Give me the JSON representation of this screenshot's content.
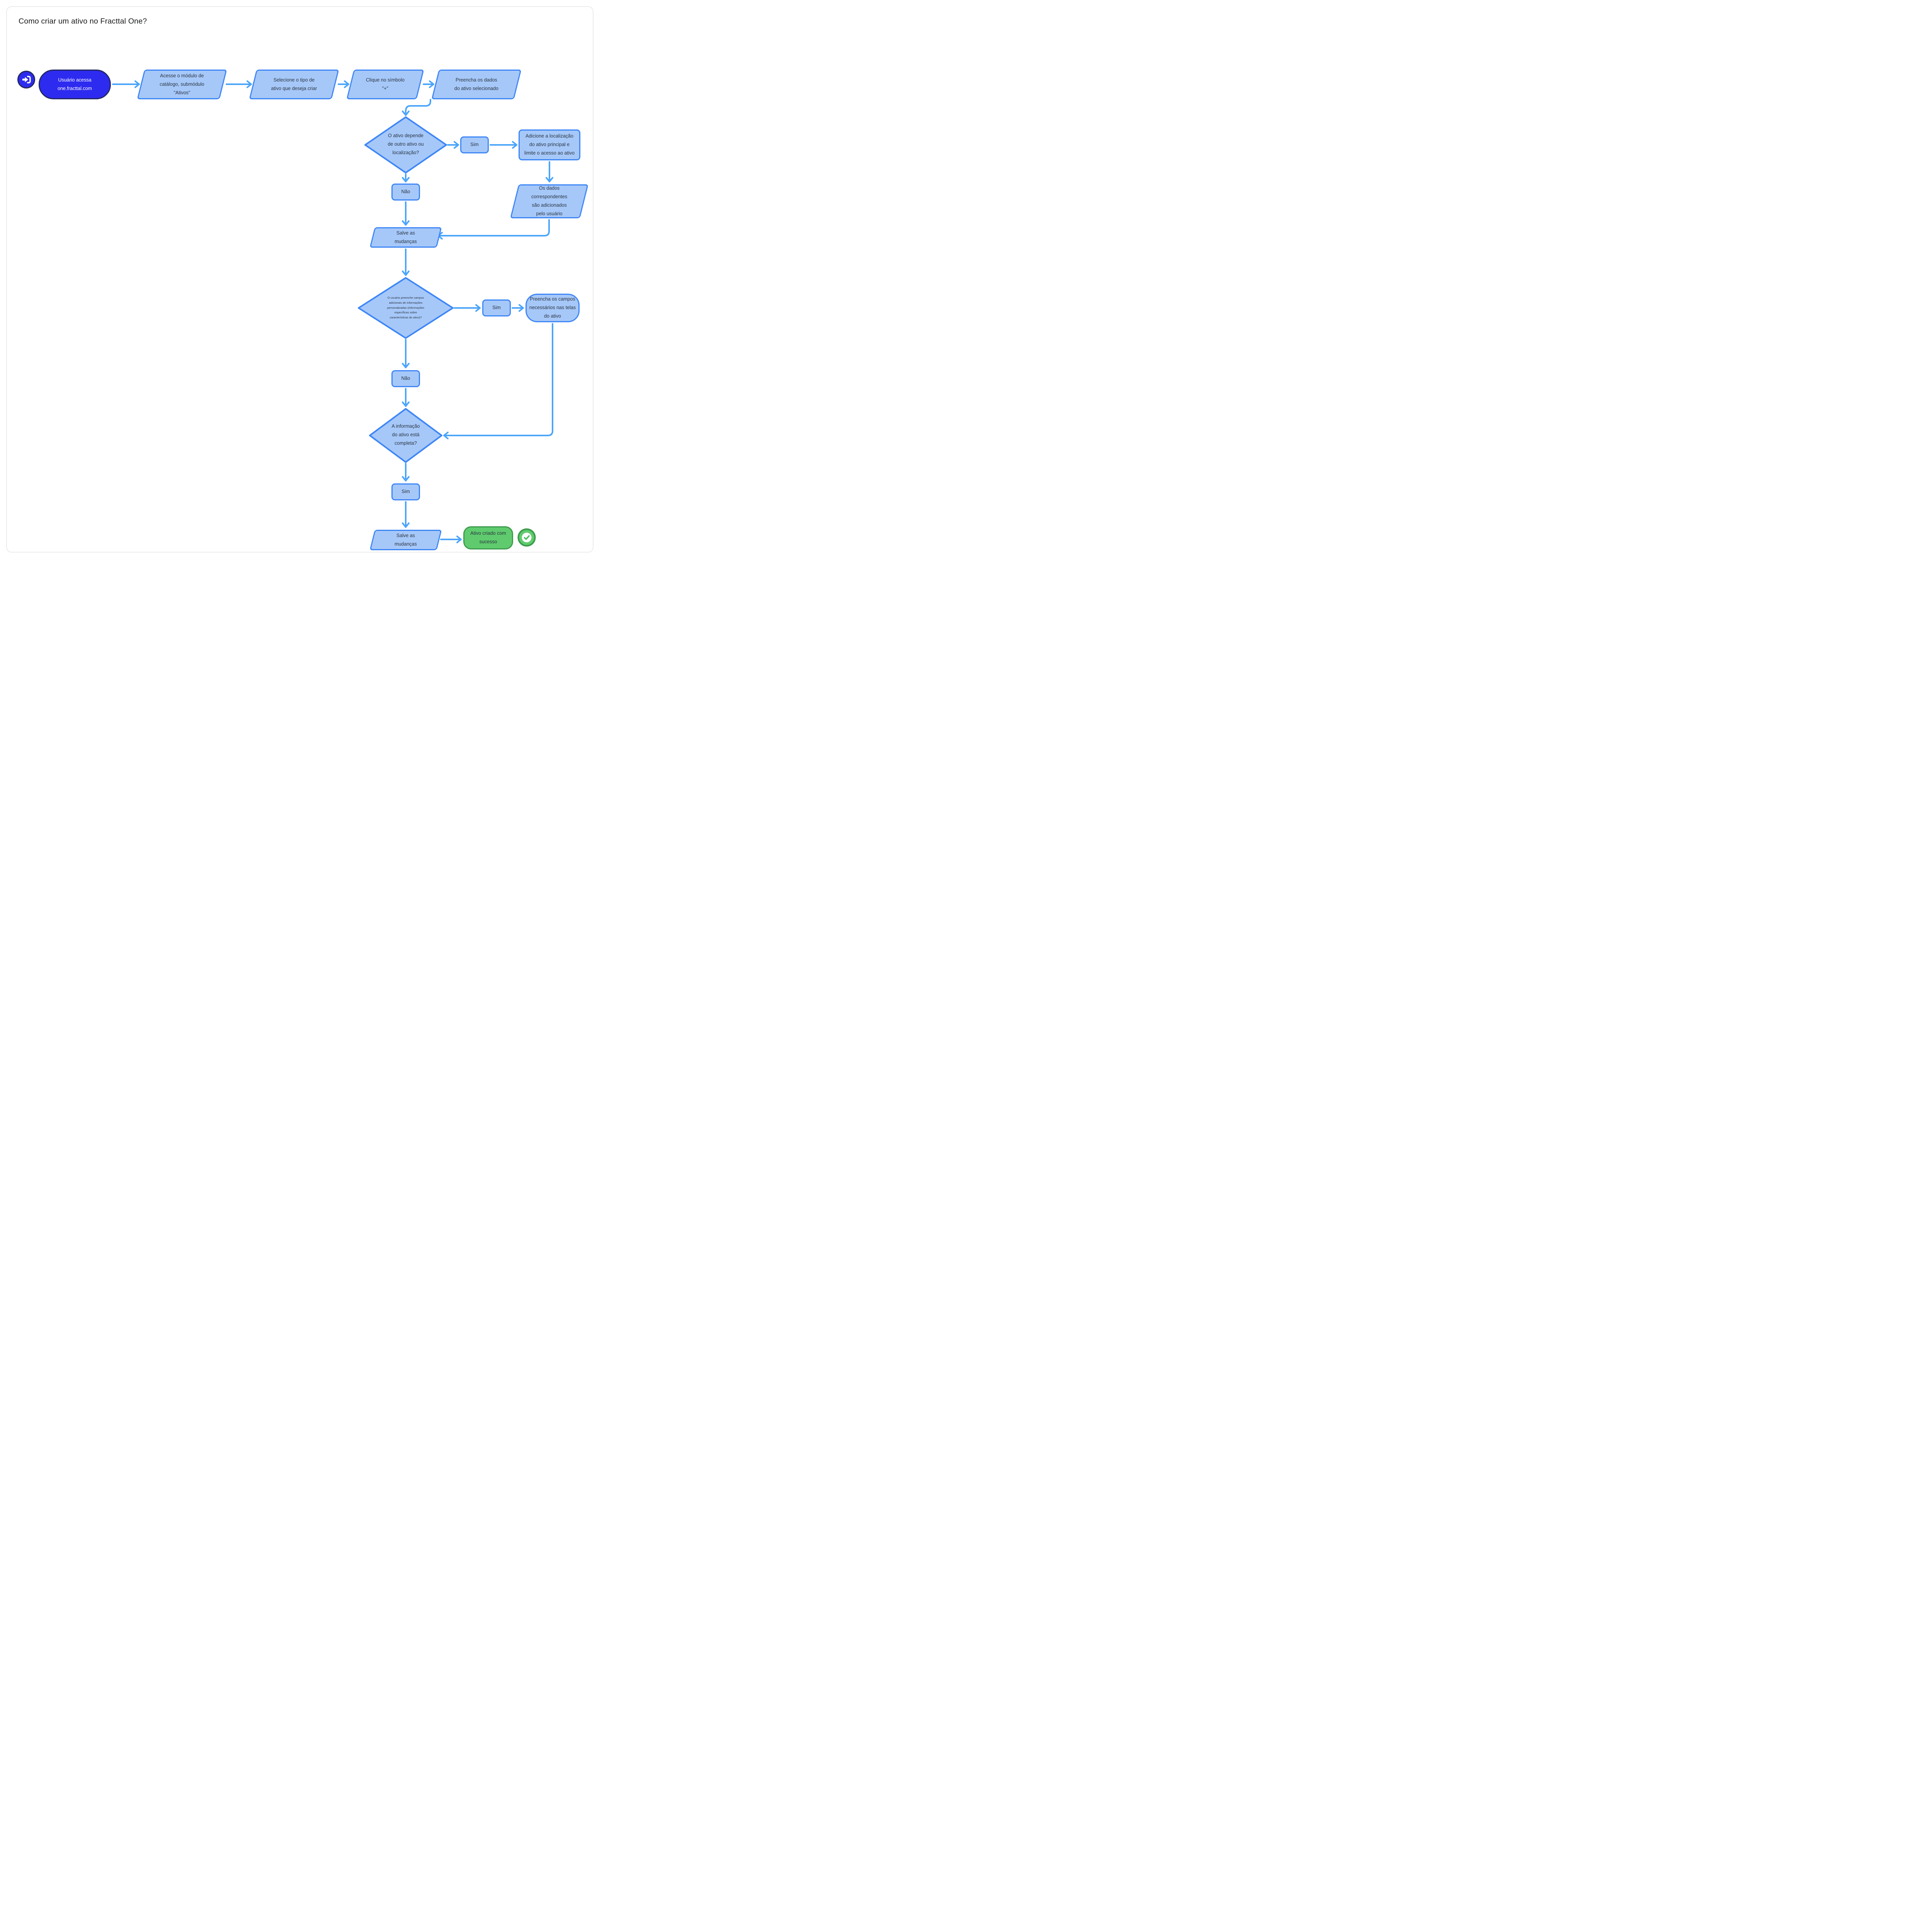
{
  "header": {
    "title": "Como criar um ativo no Fracttal One?"
  },
  "colors": {
    "arrow": "#4BA5FA",
    "node_fill": "#A6C8F9",
    "node_border": "#3D86F6",
    "node_text": "#2A3440",
    "start_fill": "#2D2BEF",
    "start_border": "#232861",
    "start_text": "#FFFFFF",
    "success_fill": "#5FCB6E",
    "success_border": "#3E9B4B",
    "card_border": "#EBEBEB",
    "title_text": "#17181A"
  },
  "icons": {
    "start": "login-arrow-icon",
    "success": "check-icon"
  },
  "flow": {
    "start": "Usuário acessa\none.fracttal.com",
    "step_module": "Acesse o módulo de\ncatálogo, submódulo\n\"Ativos\"",
    "step_select_type": "Selecione o tipo de\nativo que deseja criar",
    "step_click_plus": "Clique no símbolo\n\"+\"",
    "step_fill_data": "Preencha os dados\ndo ativo selecionado",
    "decision_dependency": "O ativo depende\nde outro ativo ou\nlocalização?",
    "yes1": "Sim",
    "no1": "Não",
    "step_add_location": "Adicione a localização\ndo ativo principal e\nlimite o acesso ao ativo",
    "step_data_added": "Os dados\ncorrespondentes\nsão adicionados\npelo usuário",
    "step_save1": "Salve as\nmudanças",
    "decision_custom_fields": "O usuário preenche campos\nadicionais de informações\npersonalizadas (informações\nespecíficas sobre\ncaracterísticas do ativo)?",
    "yes2": "Sim",
    "no2": "Não",
    "step_fill_required": "Preencha os campos\nnecessários nas telas\ndo ativo",
    "decision_complete": "A informação\ndo ativo está\ncompleta?",
    "yes3": "Sim",
    "step_save2": "Salve as\nmudanças",
    "end_success": "Ativo criado com\nsucesso"
  }
}
